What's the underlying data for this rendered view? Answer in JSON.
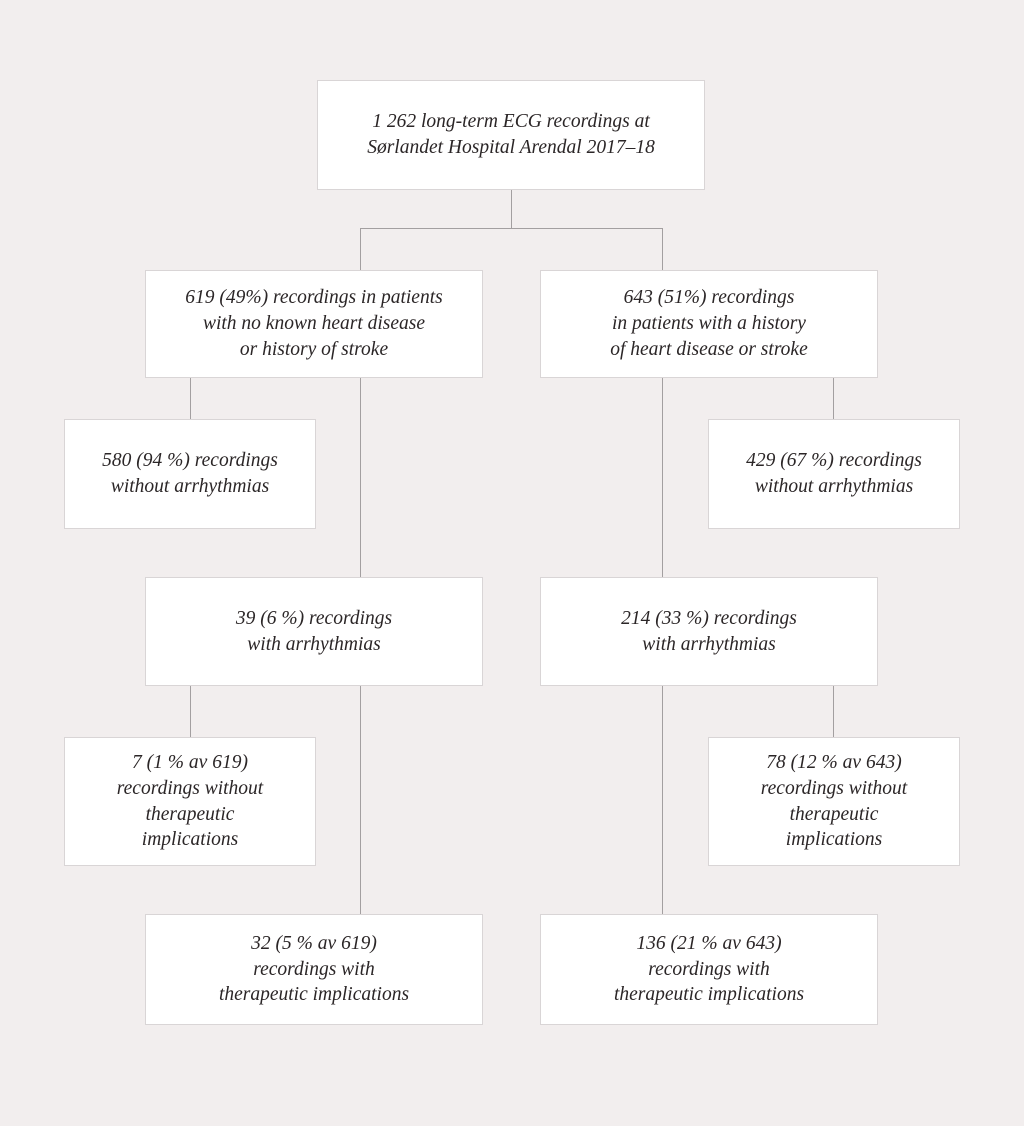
{
  "figure": {
    "description": "Flow chart of long-term ECG recordings and arrhythmia findings",
    "colors": {
      "background": "#f2eeee",
      "box_background": "#ffffff",
      "box_border": "#d9d5d6",
      "connector_line": "#a39fa0",
      "text": "#2b2627"
    },
    "nodes": {
      "total": "1 262 long-term ECG recordings at\nSørlandet Hospital Arendal 2017–18",
      "no_known_disease": "619 (49%) recordings in patients\nwith no known heart disease\nor history of stroke",
      "history_disease": "643 (51%) recordings\nin patients with a history\nof heart disease or stroke",
      "left_without_arrhythmias": "580 (94 %) recordings\nwithout arrhythmias",
      "right_without_arrhythmias": "429 (67 %) recordings\nwithout arrhythmias",
      "left_with_arrhythmias": "39 (6 %) recordings\nwith arrhythmias",
      "right_with_arrhythmias": "214 (33 %) recordings\nwith arrhythmias",
      "left_without_implications": "7 (1 % av 619)\nrecordings without\ntherapeutic\nimplications",
      "right_without_implications": "78 (12 % av 643)\nrecordings without\ntherapeutic\nimplications",
      "left_with_implications": "32 (5 % av 619)\nrecordings with\ntherapeutic implications",
      "right_with_implications": "136 (21 % av 643)\nrecordings with\ntherapeutic implications"
    }
  }
}
